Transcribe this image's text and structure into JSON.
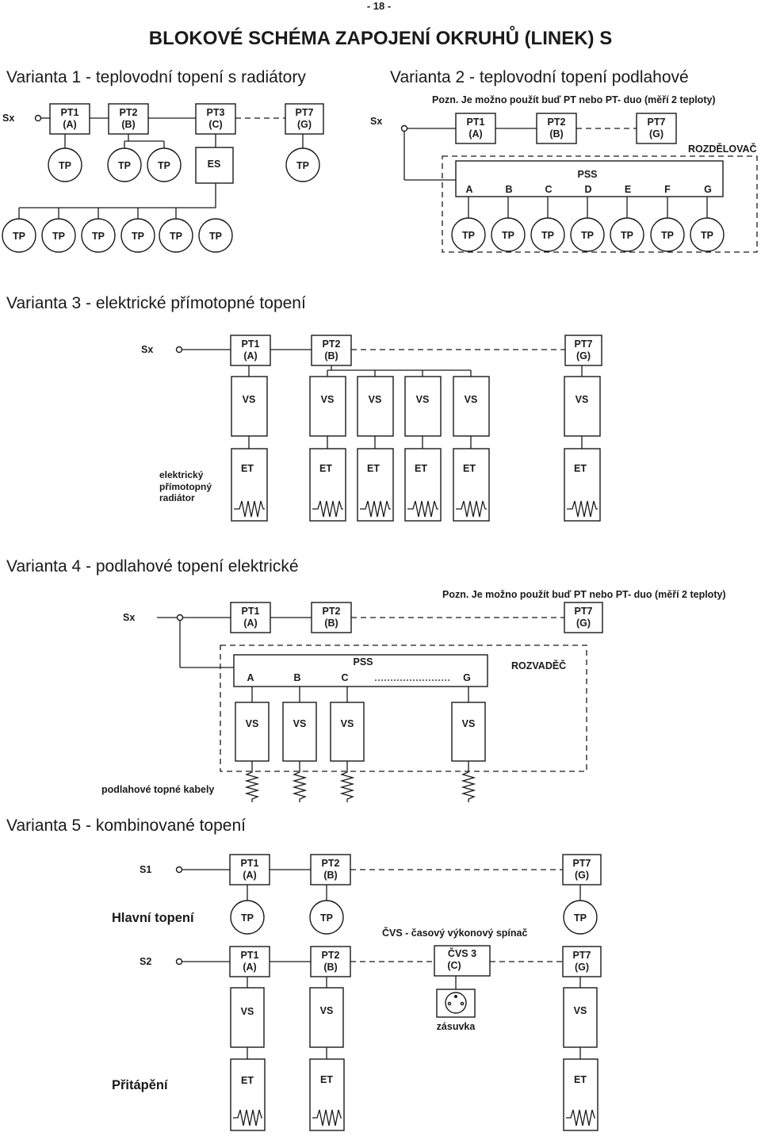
{
  "page_number": "- 18 -",
  "title": "BLOKOVÉ SCHÉMA ZAPOJENÍ OKRUHŮ (LINEK) S",
  "v1": {
    "heading": "Varianta 1 - teplovodní topení s radiátory",
    "sx": "Sx",
    "pt1": [
      "PT1",
      "(A)"
    ],
    "pt2": [
      "PT2",
      "(B)"
    ],
    "pt3": [
      "PT3",
      "(C)"
    ],
    "pt7": [
      "PT7",
      "(G)"
    ],
    "tp": "TP",
    "es": "ES"
  },
  "v2": {
    "heading": "Varianta 2 - teplovodní topení podlahové",
    "sx": "Sx",
    "note": "Pozn. Je možno použít buď PT nebo PT- duo (měří 2 teploty)",
    "pt1": [
      "PT1",
      "(A)"
    ],
    "pt2": [
      "PT2",
      "(B)"
    ],
    "pt7": [
      "PT7",
      "(G)"
    ],
    "manifold": "ROZDĚLOVAČ",
    "pss": "PSS",
    "letters": [
      "A",
      "B",
      "C",
      "D",
      "E",
      "F",
      "G"
    ],
    "tp": "TP"
  },
  "v3": {
    "heading": "Varianta 3 - elektrické přímotopné topení",
    "sx": "Sx",
    "pt1": [
      "PT1",
      "(A)"
    ],
    "pt2": [
      "PT2",
      "(B)"
    ],
    "pt7": [
      "PT7",
      "(G)"
    ],
    "vs": "VS",
    "et": "ET",
    "radiator": [
      "elektrický",
      "přímotopný",
      "radiátor"
    ]
  },
  "v4": {
    "heading": "Varianta 4 - podlahové topení elektrické",
    "sx": "Sx",
    "note": "Pozn. Je možno použít buď PT nebo PT- duo (měří 2 teploty)",
    "pt1": [
      "PT1",
      "(A)"
    ],
    "pt2": [
      "PT2",
      "(B)"
    ],
    "pt7": [
      "PT7",
      "(G)"
    ],
    "pss": "PSS",
    "distributor": "ROZVADĚČ",
    "letters": [
      "A",
      "B",
      "C",
      "G"
    ],
    "vs": "VS",
    "cables": "podlahové topné kabely"
  },
  "v5": {
    "heading": "Varianta 5 - kombinované topení",
    "s1": "S1",
    "s2": "S2",
    "pt1": [
      "PT1",
      "(A)"
    ],
    "pt2": [
      "PT2",
      "(B)"
    ],
    "pt7": [
      "PT7",
      "(G)"
    ],
    "main": "Hlavní topení",
    "tp": "TP",
    "cvs_legend": "ČVS - časový výkonový spínač",
    "cvs3": [
      "ČVS 3",
      "(C)"
    ],
    "socket": "zásuvka",
    "vs": "VS",
    "et": "ET",
    "extra": "Přitápění"
  }
}
